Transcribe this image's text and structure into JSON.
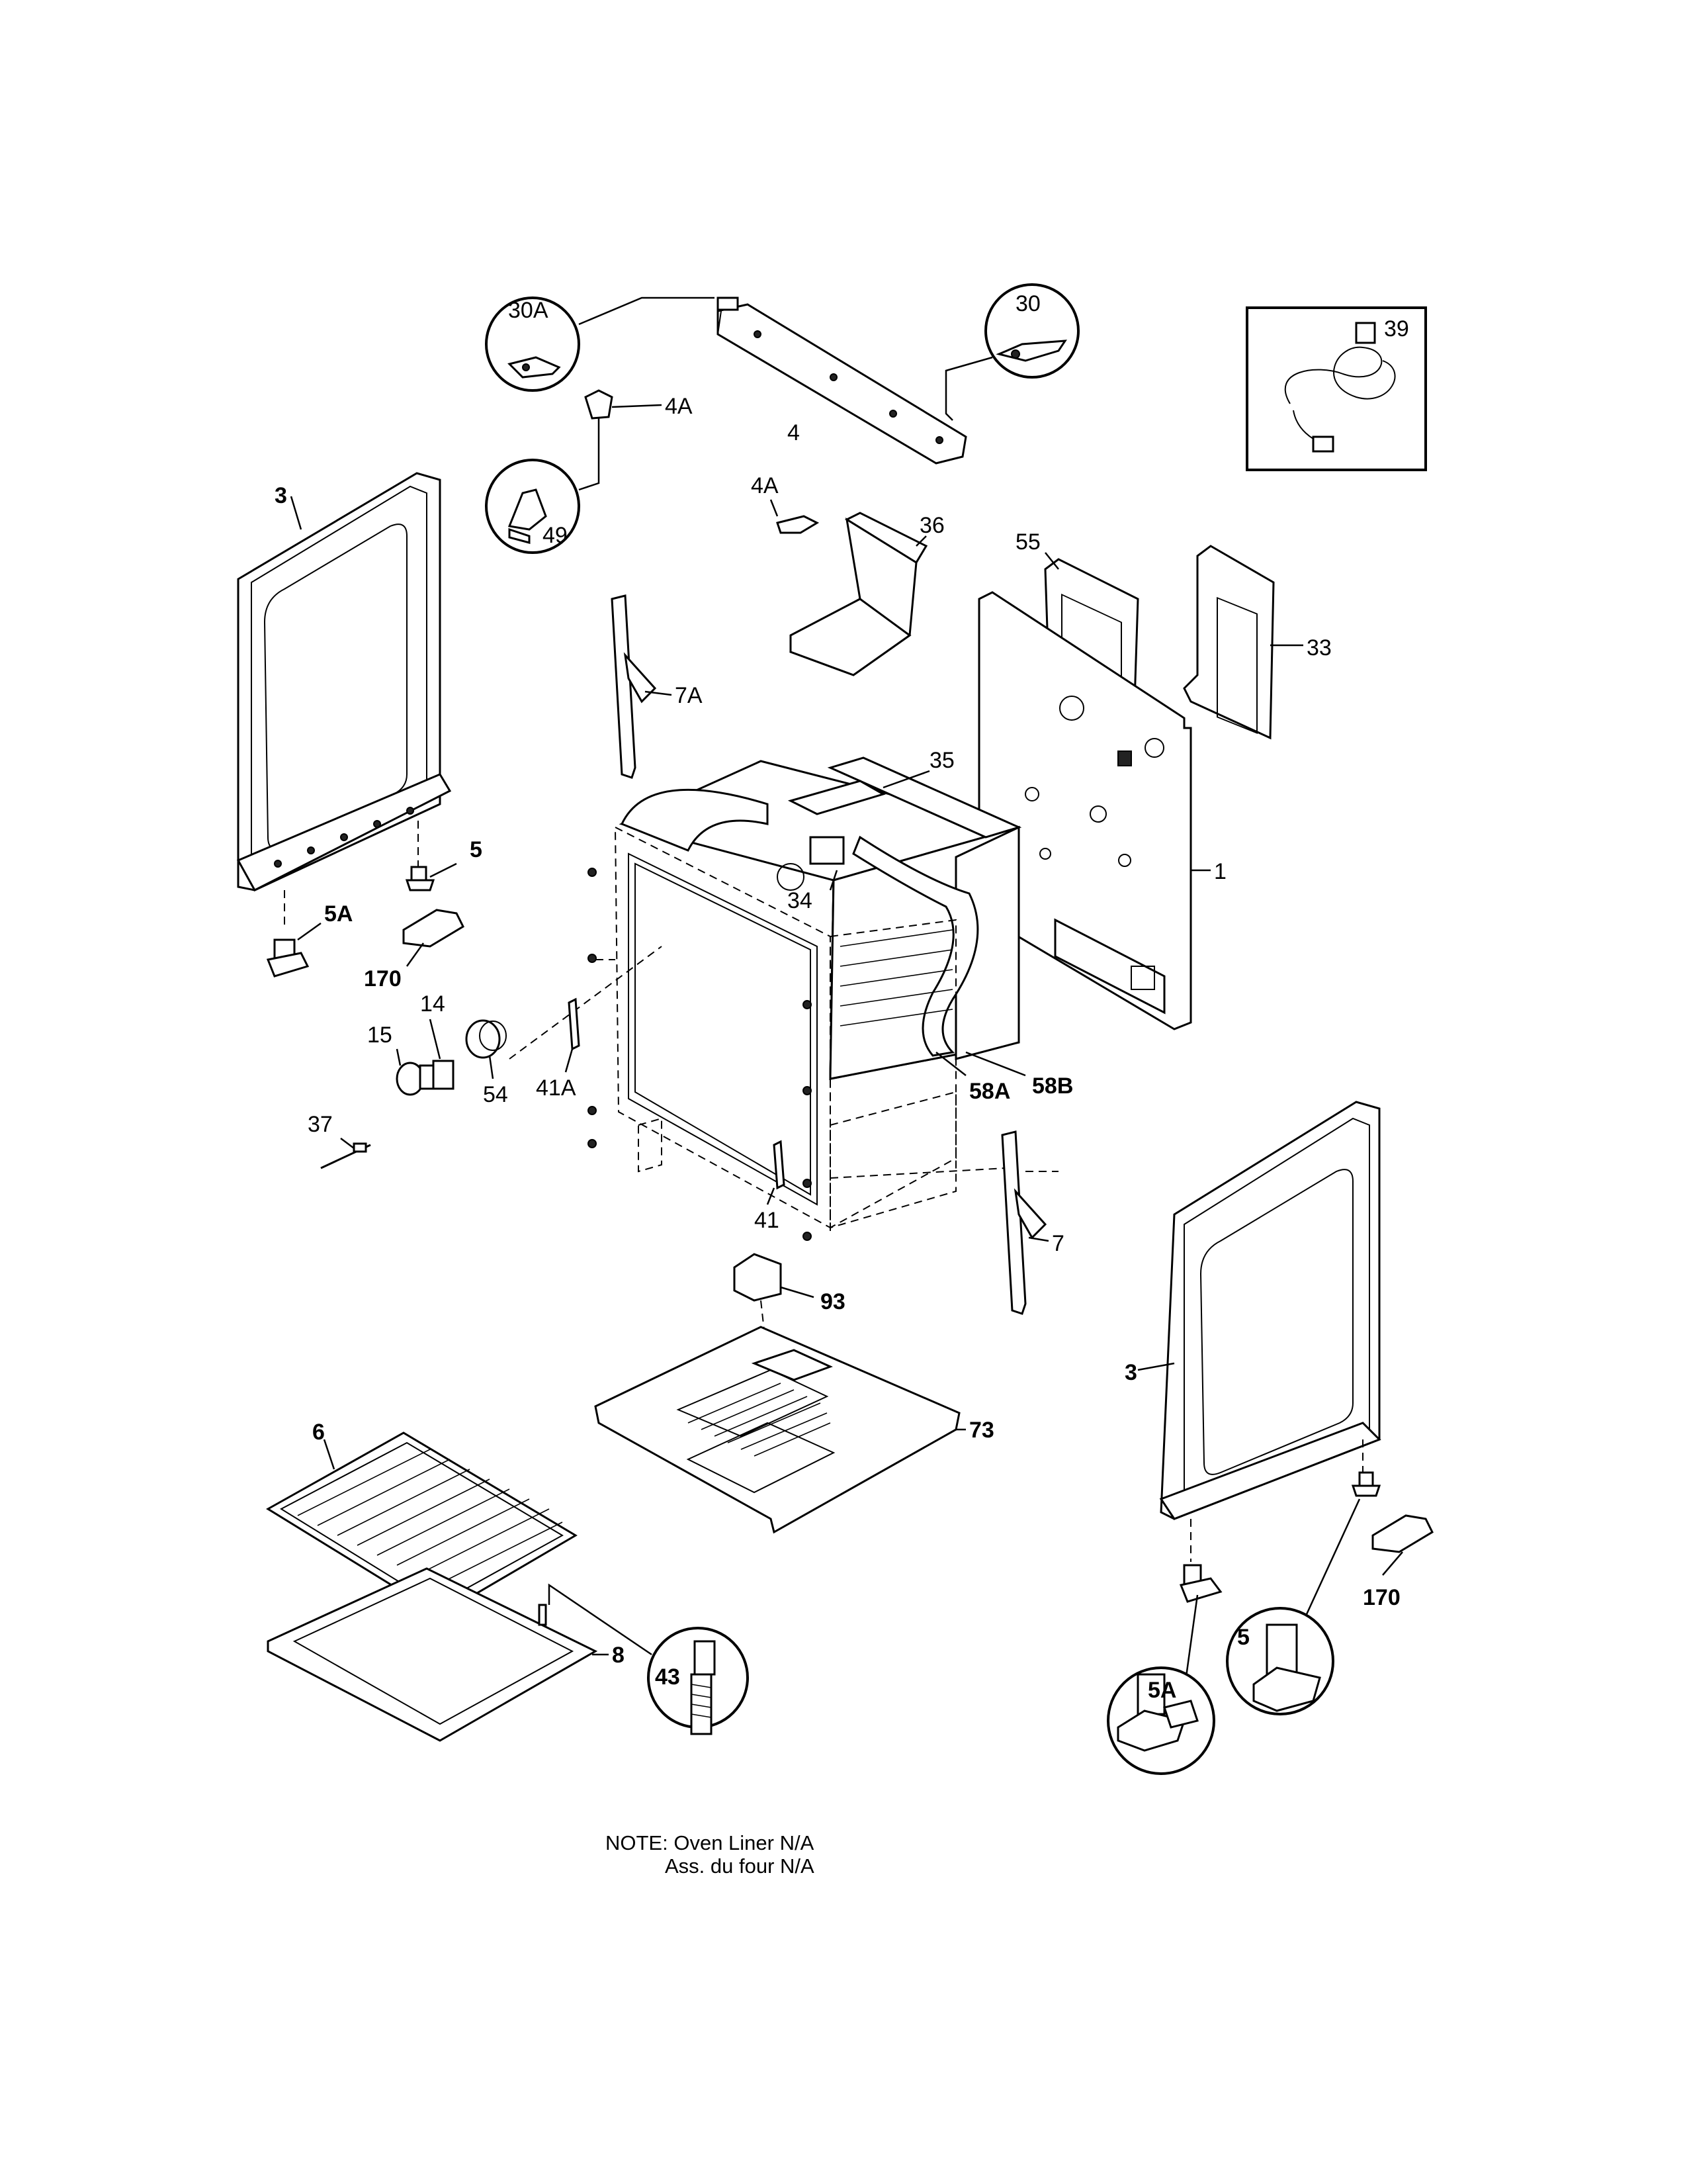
{
  "labels": {
    "p30A": "30A",
    "p30": "30",
    "p39": "39",
    "p4A_top": "4A",
    "p4": "4",
    "p49": "49",
    "p4A_mid": "4A",
    "p36": "36",
    "p55": "55",
    "p33": "33",
    "p3_left": "3",
    "p7A": "7A",
    "p35": "35",
    "p1": "1",
    "p34": "34",
    "p5_left": "5",
    "p5A_left": "5A",
    "p170_left": "170",
    "p14": "14",
    "p15": "15",
    "p54": "54",
    "p41A": "41A",
    "p37": "37",
    "p58A": "58A",
    "p58B": "58B",
    "p41": "41",
    "p7": "7",
    "p93": "93",
    "p3_right": "3",
    "p73": "73",
    "p6": "6",
    "p8": "8",
    "p43": "43",
    "p170_right": "170",
    "p5_right": "5",
    "p5A_right": "5A"
  },
  "note": {
    "line1": "NOTE: Oven Liner N/A",
    "line2": "Ass. du four N/A"
  }
}
